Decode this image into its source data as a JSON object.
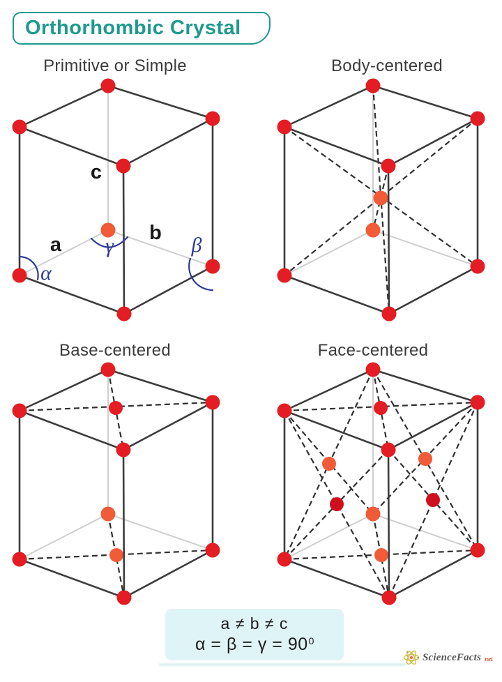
{
  "title": {
    "text": "Orthorhombic Crystal"
  },
  "cells": [
    {
      "id": "primitive",
      "label": "Primitive or Simple",
      "dashed": [],
      "atoms": [
        {
          "at": "TB",
          "color": "red",
          "kind": "corner"
        },
        {
          "at": "TL",
          "color": "red",
          "kind": "corner"
        },
        {
          "at": "TR",
          "color": "red",
          "kind": "corner"
        },
        {
          "at": "TF",
          "color": "red",
          "kind": "corner"
        },
        {
          "at": "BL",
          "color": "red",
          "kind": "corner"
        },
        {
          "at": "BR",
          "color": "red",
          "kind": "corner"
        },
        {
          "at": "BF",
          "color": "red",
          "kind": "corner"
        },
        {
          "at": "BB",
          "color": "orange",
          "kind": "hidden-corner"
        }
      ],
      "annotations": {
        "a": "a",
        "b": "b",
        "c": "c",
        "alpha": "α",
        "beta": "β",
        "gamma": "γ"
      }
    },
    {
      "id": "body-centered",
      "label": "Body-centered",
      "dashed": [
        [
          "TL",
          "BR"
        ],
        [
          "TR",
          "BL"
        ],
        [
          "TB",
          "BF"
        ],
        [
          "TF",
          "BB"
        ]
      ],
      "atoms": [
        {
          "at": "TB",
          "color": "red",
          "kind": "corner"
        },
        {
          "at": "TL",
          "color": "red",
          "kind": "corner"
        },
        {
          "at": "TR",
          "color": "red",
          "kind": "corner"
        },
        {
          "at": "TF",
          "color": "red",
          "kind": "corner"
        },
        {
          "at": "BL",
          "color": "red",
          "kind": "corner"
        },
        {
          "at": "BR",
          "color": "red",
          "kind": "corner"
        },
        {
          "at": "BF",
          "color": "red",
          "kind": "corner"
        },
        {
          "at": "BB",
          "color": "orange",
          "kind": "hidden-corner"
        },
        {
          "at": "CENTER",
          "color": "orange",
          "kind": "center"
        }
      ]
    },
    {
      "id": "base-centered",
      "label": "Base-centered",
      "dashed": [
        [
          "TL",
          "TR"
        ],
        [
          "TB",
          "TF"
        ],
        [
          "BL",
          "BR"
        ],
        [
          "BB",
          "BF"
        ]
      ],
      "atoms": [
        {
          "at": "TB",
          "color": "red",
          "kind": "corner"
        },
        {
          "at": "TL",
          "color": "red",
          "kind": "corner"
        },
        {
          "at": "TR",
          "color": "red",
          "kind": "corner"
        },
        {
          "at": "TF",
          "color": "red",
          "kind": "corner"
        },
        {
          "at": "BL",
          "color": "red",
          "kind": "corner"
        },
        {
          "at": "BR",
          "color": "red",
          "kind": "corner"
        },
        {
          "at": "BF",
          "color": "red",
          "kind": "corner"
        },
        {
          "at": "BB",
          "color": "orange",
          "kind": "hidden-corner"
        },
        {
          "at": "TOP_FACE",
          "color": "red",
          "kind": "face"
        },
        {
          "at": "BOTTOM_FACE",
          "color": "orange",
          "kind": "face"
        }
      ]
    },
    {
      "id": "face-centered",
      "label": "Face-centered",
      "dashed": [
        [
          "TL",
          "TR"
        ],
        [
          "TB",
          "TF"
        ],
        [
          "BL",
          "BR"
        ],
        [
          "BB",
          "BF"
        ],
        [
          "TL",
          "BF"
        ],
        [
          "TF",
          "BL"
        ],
        [
          "TF",
          "BR"
        ],
        [
          "TR",
          "BF"
        ],
        [
          "TB",
          "BL"
        ],
        [
          "TL",
          "BB"
        ],
        [
          "TB",
          "BR"
        ],
        [
          "TR",
          "BB"
        ]
      ],
      "atoms": [
        {
          "at": "TB",
          "color": "red",
          "kind": "corner"
        },
        {
          "at": "TL",
          "color": "red",
          "kind": "corner"
        },
        {
          "at": "TR",
          "color": "red",
          "kind": "corner"
        },
        {
          "at": "TF",
          "color": "red",
          "kind": "corner"
        },
        {
          "at": "BL",
          "color": "red",
          "kind": "corner"
        },
        {
          "at": "BR",
          "color": "red",
          "kind": "corner"
        },
        {
          "at": "BF",
          "color": "red",
          "kind": "corner"
        },
        {
          "at": "BB",
          "color": "orange",
          "kind": "hidden-corner"
        },
        {
          "at": "TOP_FACE",
          "color": "red",
          "kind": "face"
        },
        {
          "at": "BOTTOM_FACE",
          "color": "orange",
          "kind": "face"
        },
        {
          "at": "BACK_LEFT_FACE",
          "color": "orange",
          "kind": "face"
        },
        {
          "at": "BACK_RIGHT_FACE",
          "color": "orange",
          "kind": "face"
        },
        {
          "at": "FRONT_LEFT_FACE",
          "color": "dark_red",
          "kind": "face"
        },
        {
          "at": "FRONT_RIGHT_FACE",
          "color": "dark_red",
          "kind": "face"
        }
      ]
    }
  ],
  "formula": {
    "line1": "a ≠ b ≠ c",
    "line2_base": "α = β = γ = 90",
    "line2_sup": "0"
  },
  "logo": {
    "brand": "ScienceFacts",
    "tld": "net"
  },
  "colors": {
    "red": "#e41c23",
    "dark_red": "#cf0f1d",
    "orange": "#f15b38",
    "edge": "#3c3c3c",
    "hidden_edge": "#cfcfcf",
    "dash": "#303030",
    "annotation_blue": "#2e3a97",
    "teal": "#1f998e",
    "label": "#3b3b3b",
    "formula_bg": "#dff4f7"
  }
}
